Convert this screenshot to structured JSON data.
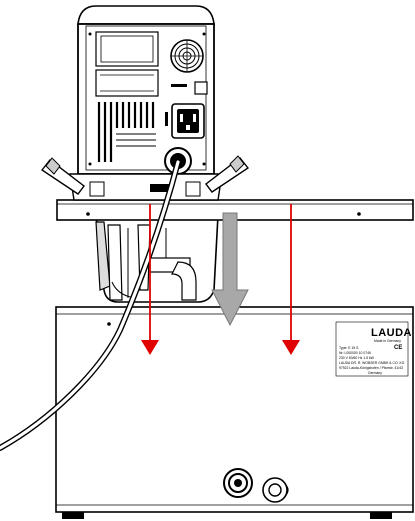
{
  "nameplate": {
    "brand": "LAUDA",
    "made_in": "Made in Germany",
    "type_line": "Type: E 15 S",
    "serial_line": "Nr: L000000 10 0746",
    "power_line": "230 V 50/60 Hz          1.5 kW",
    "maker_line": "LAUDA DR. R. WOBSER GMBH & CO. KG",
    "address_line": "97922 Lauda-Königshofen / Pfarrstr. 41/43",
    "country_line": "Germany",
    "ce_mark": "CE"
  },
  "annotations": {
    "arrow_color": "#e00000",
    "insert_arrow_color": "#a8a8a8"
  },
  "icons": [
    "fan-grille-icon",
    "power-socket-icon",
    "cable-gland-icon",
    "drain-valve-icon",
    "pump-connector-icon"
  ]
}
